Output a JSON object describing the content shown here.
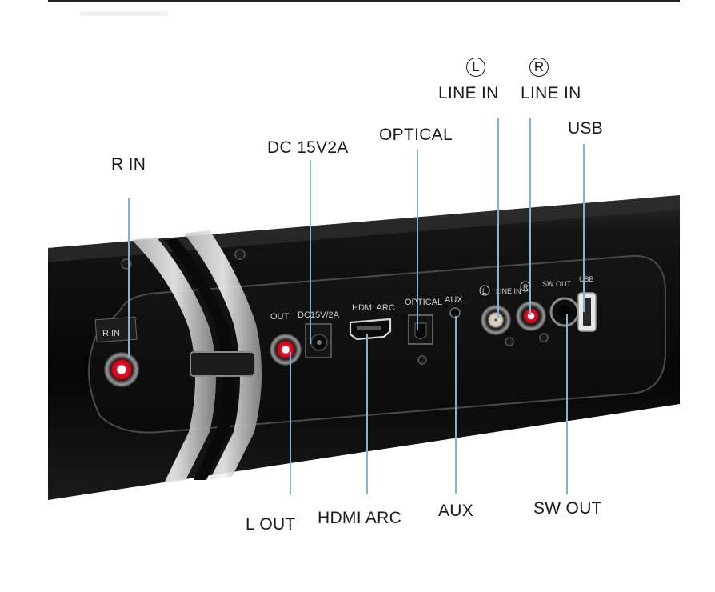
{
  "labels": {
    "r_in": "R IN",
    "dc": "DC 15V2A",
    "optical": "OPTICAL",
    "line_in_l_marker": "L",
    "line_in_r_marker": "R",
    "line_in_l": "LINE IN",
    "line_in_r": "LINE IN",
    "usb": "USB",
    "l_out": "L OUT",
    "hdmi_arc": "HDMI ARC",
    "aux": "AUX",
    "sw_out": "SW OUT"
  },
  "panel_print": {
    "r_in": "R IN",
    "l_out": "OUT",
    "dc": "DC15V/2A",
    "hdmi": "HDMI ARC",
    "optical": "OPTICAL",
    "aux": "AUX",
    "line_l": "L",
    "line_in": "LINE IN",
    "line_r": "R",
    "sw_out": "SW OUT",
    "usb": "USB"
  },
  "colors": {
    "leader_line": "#7fb3d8",
    "body_black": "#0b0b0b",
    "jack_red": "#e0132a",
    "label_text": "#1a1a1a"
  }
}
